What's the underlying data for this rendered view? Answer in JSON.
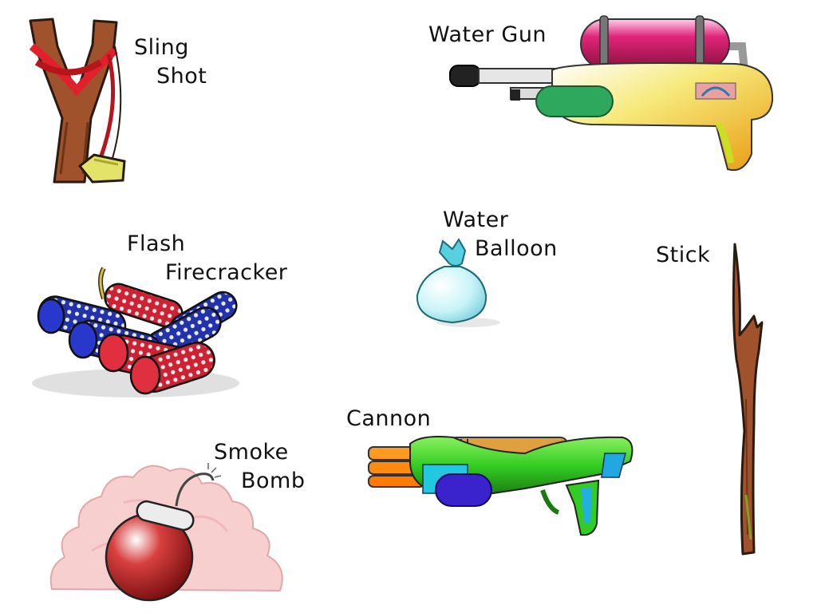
{
  "items": {
    "slingshot": {
      "line1": "Sling",
      "line2": "Shot"
    },
    "water_gun": {
      "line1": "Water Gun"
    },
    "flash_firecracker": {
      "line1": "Flash",
      "line2": "Firecracker"
    },
    "water_balloon": {
      "line1": "Water",
      "line2": "Balloon"
    },
    "stick": {
      "line1": "Stick"
    },
    "cannon": {
      "line1": "Cannon"
    },
    "smoke_bomb": {
      "line1": "Smoke",
      "line2": "Bomb"
    }
  },
  "colors": {
    "wood": "#a0522d",
    "sling_band": "#e0202a",
    "tank": "#d81b6a",
    "water_gun_body": "#f4c430",
    "firecracker_blue": "#2233aa",
    "firecracker_red": "#cc2233",
    "balloon": "#c8f4f8",
    "cannon_green": "#33cc22",
    "smoke": "#f7cfcf",
    "bomb": "#b81c1c"
  }
}
